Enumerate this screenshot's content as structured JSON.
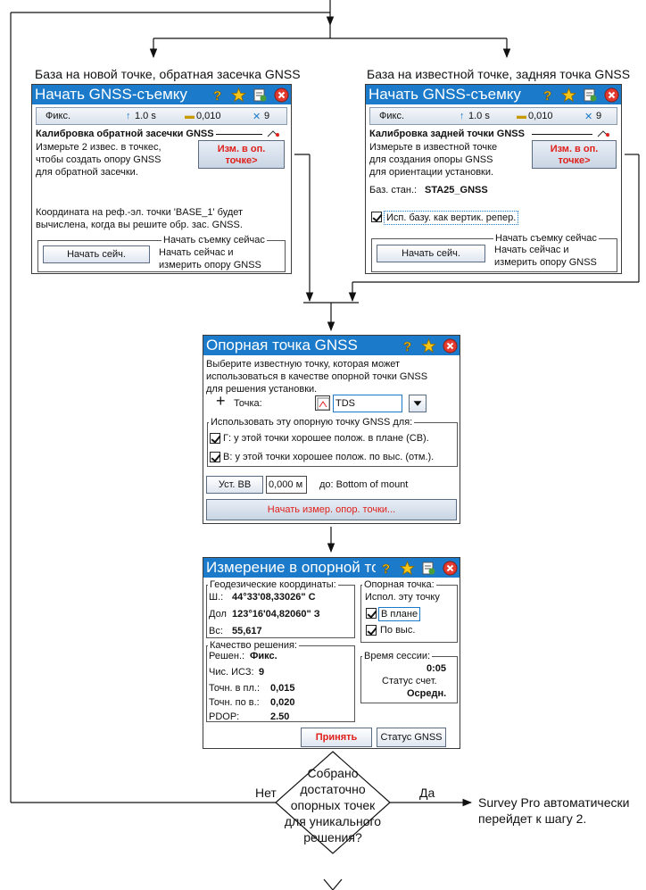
{
  "captions": {
    "left": "База на новой точке, обратная засечка GNSS",
    "right": "База на известной точке, задняя точка GNSS",
    "no": "Нет",
    "yes": "Да",
    "result": "Survey Pro автоматически перейдет к шагу 2."
  },
  "decision": {
    "lines": [
      "Собрано",
      "достаточно",
      "опорных точек",
      "для уникального",
      "решения?"
    ]
  },
  "screen_left": {
    "title": "Начать GNSS-съемку",
    "status": {
      "fix": "Фикс.",
      "time": "1.0 s",
      "precision": "0,010",
      "satellites": "9"
    },
    "heading": "Калибровка обратной засечки GNSS",
    "instr": [
      "Измерьте 2 извес. в точкес,",
      "чтобы создать опору GNSS",
      "для обратной засечки."
    ],
    "measure_button": [
      "Изм. в оп.",
      "точке>"
    ],
    "note": [
      "Координата на реф.-эл. точки 'BASE_1' будет",
      "вычислена, когда вы решите обр. зас. GNSS."
    ],
    "group_title": "Начать съемку сейчас",
    "start_button": "Начать сейч.",
    "start_desc": [
      "Начать сейчас и",
      "измерить опору GNSS"
    ]
  },
  "screen_right": {
    "title": "Начать GNSS-съемку",
    "status": {
      "fix": "Фикс.",
      "time": "1.0 s",
      "precision": "0,010",
      "satellites": "9"
    },
    "heading": "Калибровка задней точки GNSS",
    "instr": [
      "Измерьте в известной точке",
      "для создания опоры GNSS",
      "для ориентации установки."
    ],
    "measure_button": [
      "Изм. в оп.",
      "точке>"
    ],
    "base_label": "Баз. стан.:",
    "base_value": "STA25_GNSS",
    "checkbox_label": "Исп. базу. как вертик. репер.",
    "group_title": "Начать съемку сейчас",
    "start_button": "Начать сейч.",
    "start_desc": [
      "Начать сейчас и",
      "измерить опору GNSS"
    ]
  },
  "screen_control": {
    "title": "Опорная точка GNSS",
    "instr": [
      "Выберите известную точку, которая может",
      "использоваться в качестве опорной точки GNSS",
      "для решения установки."
    ],
    "point_label": "Точка:",
    "point_value": "TDS",
    "group_title": "Использовать эту опорную точку GNSS для:",
    "option_h": "Г:  у этой точки хорошее полож. в плане (СВ).",
    "option_v": "В: у этой точки хорошее полож. по выс. (отм.).",
    "hi_button": "Уст. ВВ",
    "hi_value": "0,000 м",
    "hi_to": "до: Bottom of mount",
    "measure_button": "Начать измер. опор. точки..."
  },
  "screen_measure": {
    "title": "Измерение в опорной то",
    "geo_group": "Геодезические координаты:",
    "lat_label": "Ш.:",
    "lat_value": "44°33'08,33026\" С",
    "lon_label": "Дол",
    "lon_value": "123°16'04,82060\" З",
    "elev_label": "Вс:",
    "elev_value": "55,617",
    "quality_group": "Качество решения:",
    "solution_label": "Решен.:",
    "solution_value": "Фикс.",
    "sats_label": "Чис. ИСЗ:",
    "sats_value": "9",
    "hprec_label": "Точн. в пл.:",
    "hprec_value": "0,015",
    "vprec_label": "Точн. по в.:",
    "vprec_value": "0,020",
    "pdop_label": "PDOP:",
    "pdop_value": "2.50",
    "control_group": "Опорная точка:",
    "use_point": "Испол. эту точку",
    "in_plane": "В плане",
    "by_height": "По выс.",
    "session_group": "Время сессии:",
    "session_time": "0:05",
    "counter_status": "Статус счет.",
    "counter_value": "Осредн.",
    "accept_button": "Принять",
    "gnss_status_button": "Статус GNSS"
  },
  "colors": {
    "title_bar": "#1b7ac9",
    "accent_red": "#e0201a"
  }
}
